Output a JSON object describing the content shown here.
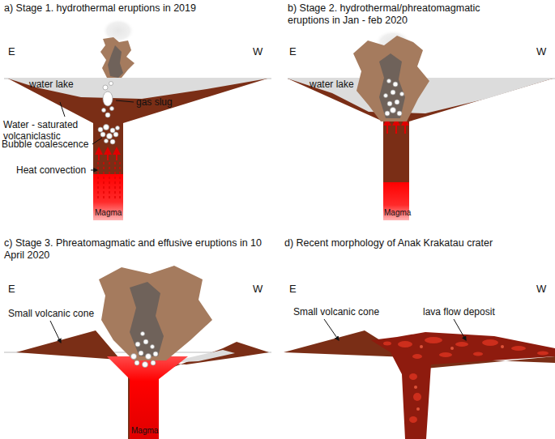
{
  "diagram": {
    "labels": [
      "a) Stage 1. hydrothermal eruptions in 2019",
      "E",
      "W",
      "water lake",
      "gas slug",
      "Water - saturated volcaniclastic",
      "Bubble coalescence",
      "Heat convection",
      "Magma",
      "b) Stage 2. hydrothermal/phreatomagmatic eruptions in Jan - feb 2020",
      "E",
      "W",
      "water lake",
      "Magma",
      "c) Stage 3. Phreatomagmatic and effusive eruptions in 10 April 2020",
      "E",
      "W",
      "Small volcanic cone",
      "Magma",
      "d) Recent morphology of Anak Krakatau crater",
      "E",
      "W",
      "Small volcanic cone",
      "lava flow deposit"
    ]
  }
}
